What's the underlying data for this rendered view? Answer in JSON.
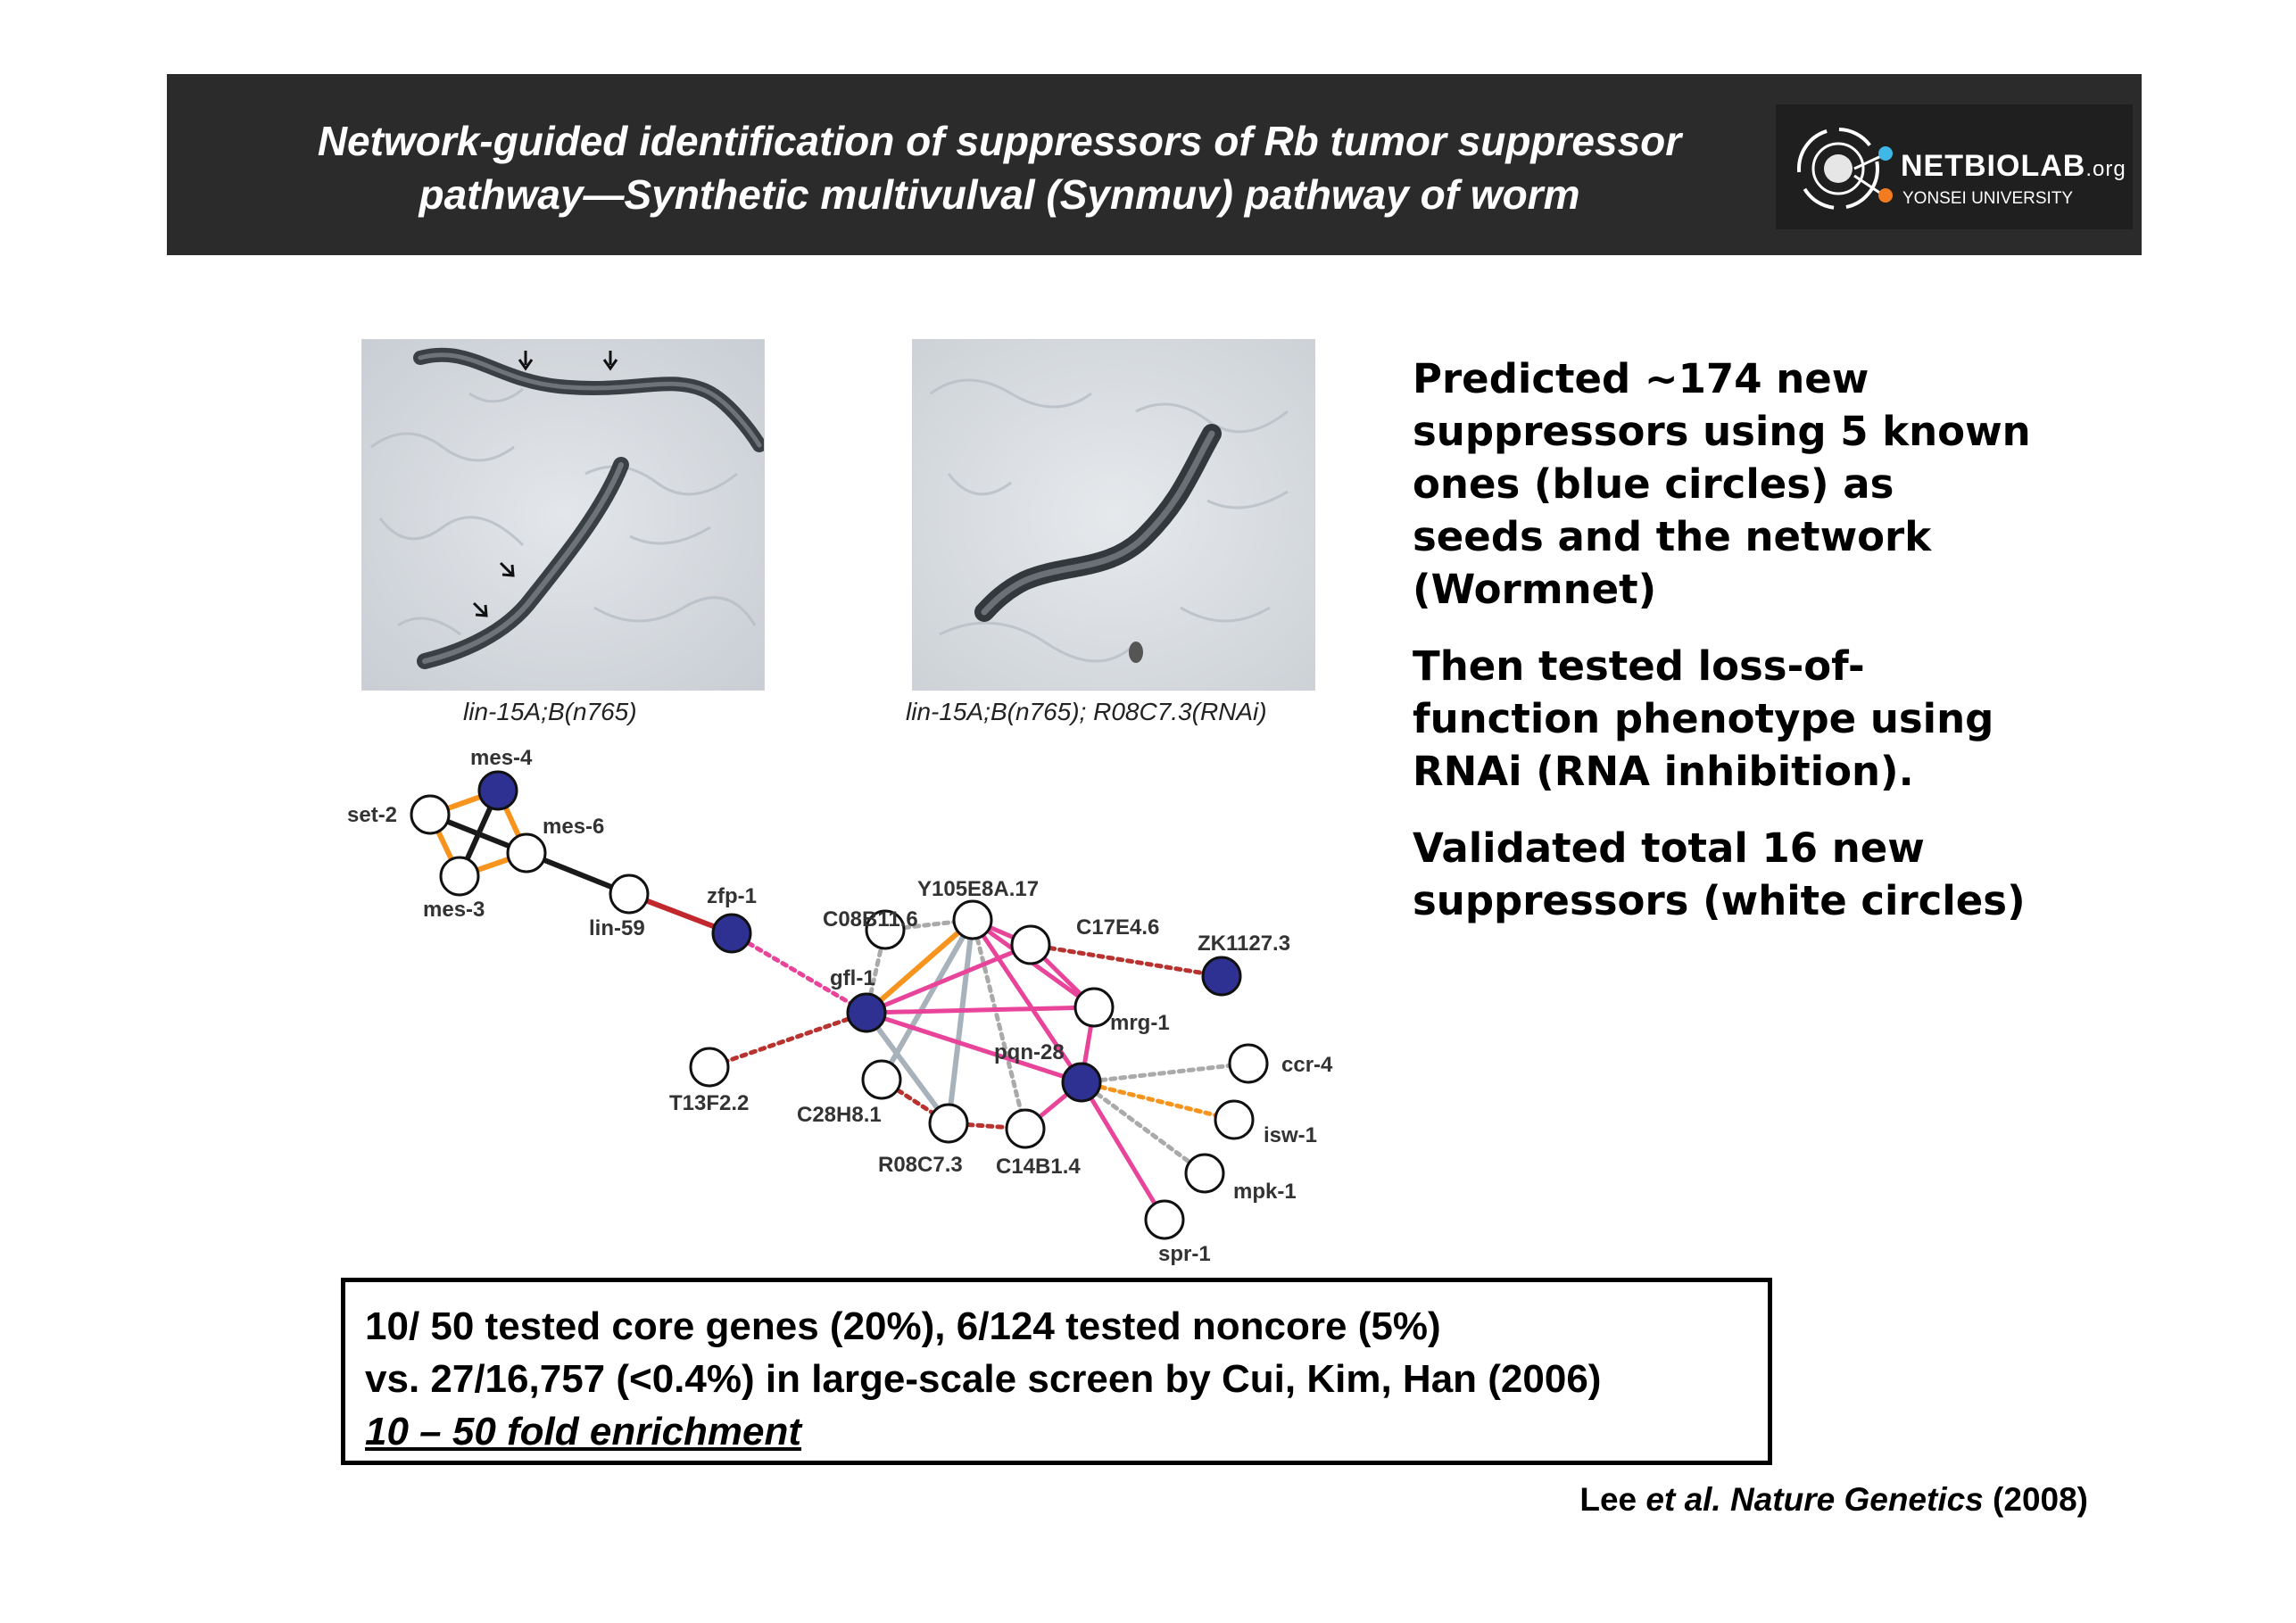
{
  "header": {
    "title_line1": "Network-guided identification of suppressors of Rb tumor suppressor",
    "title_line2": "pathway—Synthetic multivulval (Synmuv) pathway of worm",
    "logo_main": "NETBIOLAB",
    "logo_org": ".org",
    "logo_sub": "YONSEI UNIVERSITY"
  },
  "photos": {
    "left_caption": "lin-15A;B(n765)",
    "right_caption": "lin-15A;B(n765); R08C7.3(RNAi)"
  },
  "bullets": {
    "p1_line1": "Predicted ~174 new",
    "p1_line2": "suppressors using 5 known",
    "p1_line3": "ones (blue circles) as",
    "p1_line4": "seeds and the network",
    "p1_line5": "(Wormnet)",
    "p2_line1": "Then tested loss-of-",
    "p2_line2": "function phenotype using",
    "p2_line3": "RNAi (RNA inhibition).",
    "p3_line1": "Validated total 16 new",
    "p3_line2": "suppressors (white circles)"
  },
  "network": {
    "colors": {
      "seed": "#2e3192",
      "candidate": "#ffffff",
      "orange": "#f7941d",
      "black": "#1a1a1a",
      "red": "#c1272d",
      "pink": "#e8449a",
      "gray": "#a7b2bb",
      "dotted_gray": "#aaaaaa",
      "dotted_red": "#b8332f"
    },
    "nodes": {
      "mes4": "mes-4",
      "set2": "set-2",
      "mes6": "mes-6",
      "mes3": "mes-3",
      "lin59": "lin-59",
      "zfp1": "zfp-1",
      "c08b116": "C08B11.6",
      "y105e8a17": "Y105E8A.17",
      "c17e46": "C17E4.6",
      "zk11273": "ZK1127.3",
      "gfl1": "gfl-1",
      "mrg1": "mrg-1",
      "pqn28": "pqn-28",
      "ccr4": "ccr-4",
      "t13f22": "T13F2.2",
      "c28h81": "C28H8.1",
      "isw1": "isw-1",
      "r08c73": "R08C7.3",
      "c14b14": "C14B1.4",
      "mpk1": "mpk-1",
      "spr1": "spr-1"
    }
  },
  "summary": {
    "line1": "10/ 50 tested core genes (20%),  6/124 tested noncore (5%)",
    "line2": "vs. 27/16,757 (<0.4%) in large-scale screen by Cui, Kim, Han (2006)",
    "line3": "10 – 50 fold enrichment"
  },
  "citation": {
    "author": "Lee",
    "etal": "et al. Nature Genetics",
    "year": "(2008)"
  }
}
